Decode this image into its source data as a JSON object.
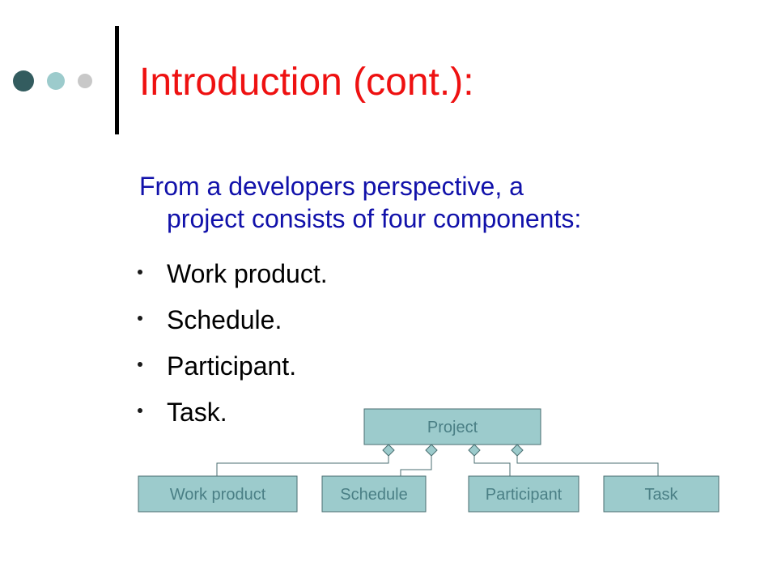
{
  "slide": {
    "title": "Introduction (cont.):",
    "intro_line1": "From a developers perspective, a",
    "intro_line2": "project consists of four components:",
    "bullets": [
      "Work product.",
      "Schedule.",
      "Participant.",
      "Task."
    ]
  },
  "diagram": {
    "root": "Project",
    "children": [
      "Work product",
      "Schedule",
      "Participant",
      "Task"
    ],
    "relation": "aggregation"
  },
  "colors": {
    "title": "#ee1111",
    "intro_text": "#1111aa",
    "box_fill": "#9ccbcc",
    "box_text": "#4a7f85",
    "dot_dark": "#335c5f",
    "dot_mid": "#9ccbcc",
    "dot_light": "#c8c8c8"
  }
}
